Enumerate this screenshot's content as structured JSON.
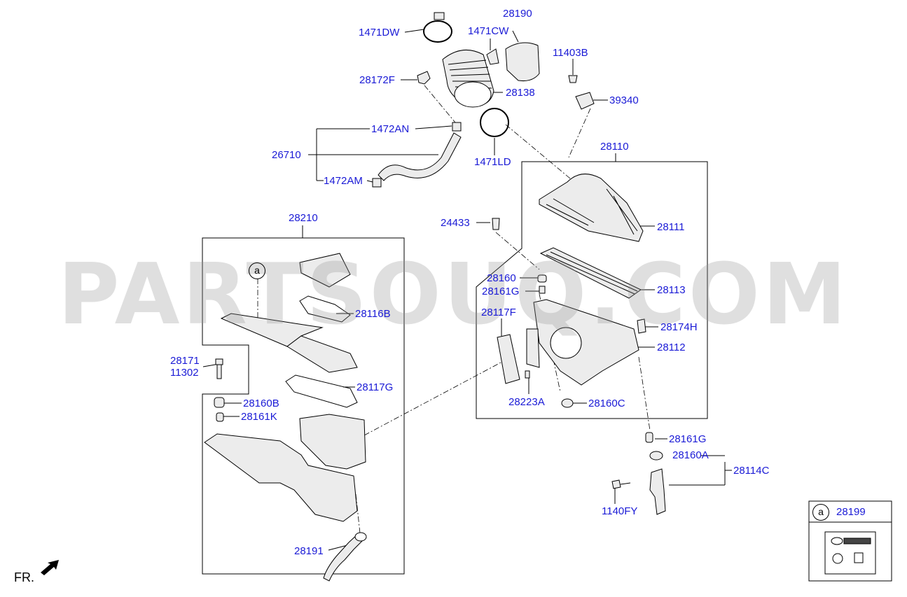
{
  "watermark": "PARTSOUQ.COM",
  "front_label": "FR.",
  "callout_letter": "a",
  "colors": {
    "label": "#1a1ad6",
    "line": "#000000",
    "part_fill": "#ececec"
  },
  "labels": {
    "p1471DW": "1471DW",
    "p28190": "28190",
    "p1471CW": "1471CW",
    "p11403B": "11403B",
    "p28172F": "28172F",
    "p28138": "28138",
    "p39340": "39340",
    "p1472AN": "1472AN",
    "p26710": "26710",
    "p1471LD": "1471LD",
    "p1472AM": "1472AM",
    "p28110": "28110",
    "p24433": "24433",
    "p28111": "28111",
    "p28210": "28210",
    "p28160": "28160",
    "p28161G_a": "28161G",
    "p28113": "28113",
    "p28116B": "28116B",
    "p28117F": "28117F",
    "p28174H": "28174H",
    "p28112": "28112",
    "p28171": "28171",
    "p11302": "11302",
    "p28117G": "28117G",
    "p28223A": "28223A",
    "p28160C": "28160C",
    "p28160B": "28160B",
    "p28161K": "28161K",
    "p28161G_b": "28161G",
    "p28160A": "28160A",
    "p28114C": "28114C",
    "p1140FY": "1140FY",
    "p28199": "28199",
    "p28191": "28191"
  }
}
